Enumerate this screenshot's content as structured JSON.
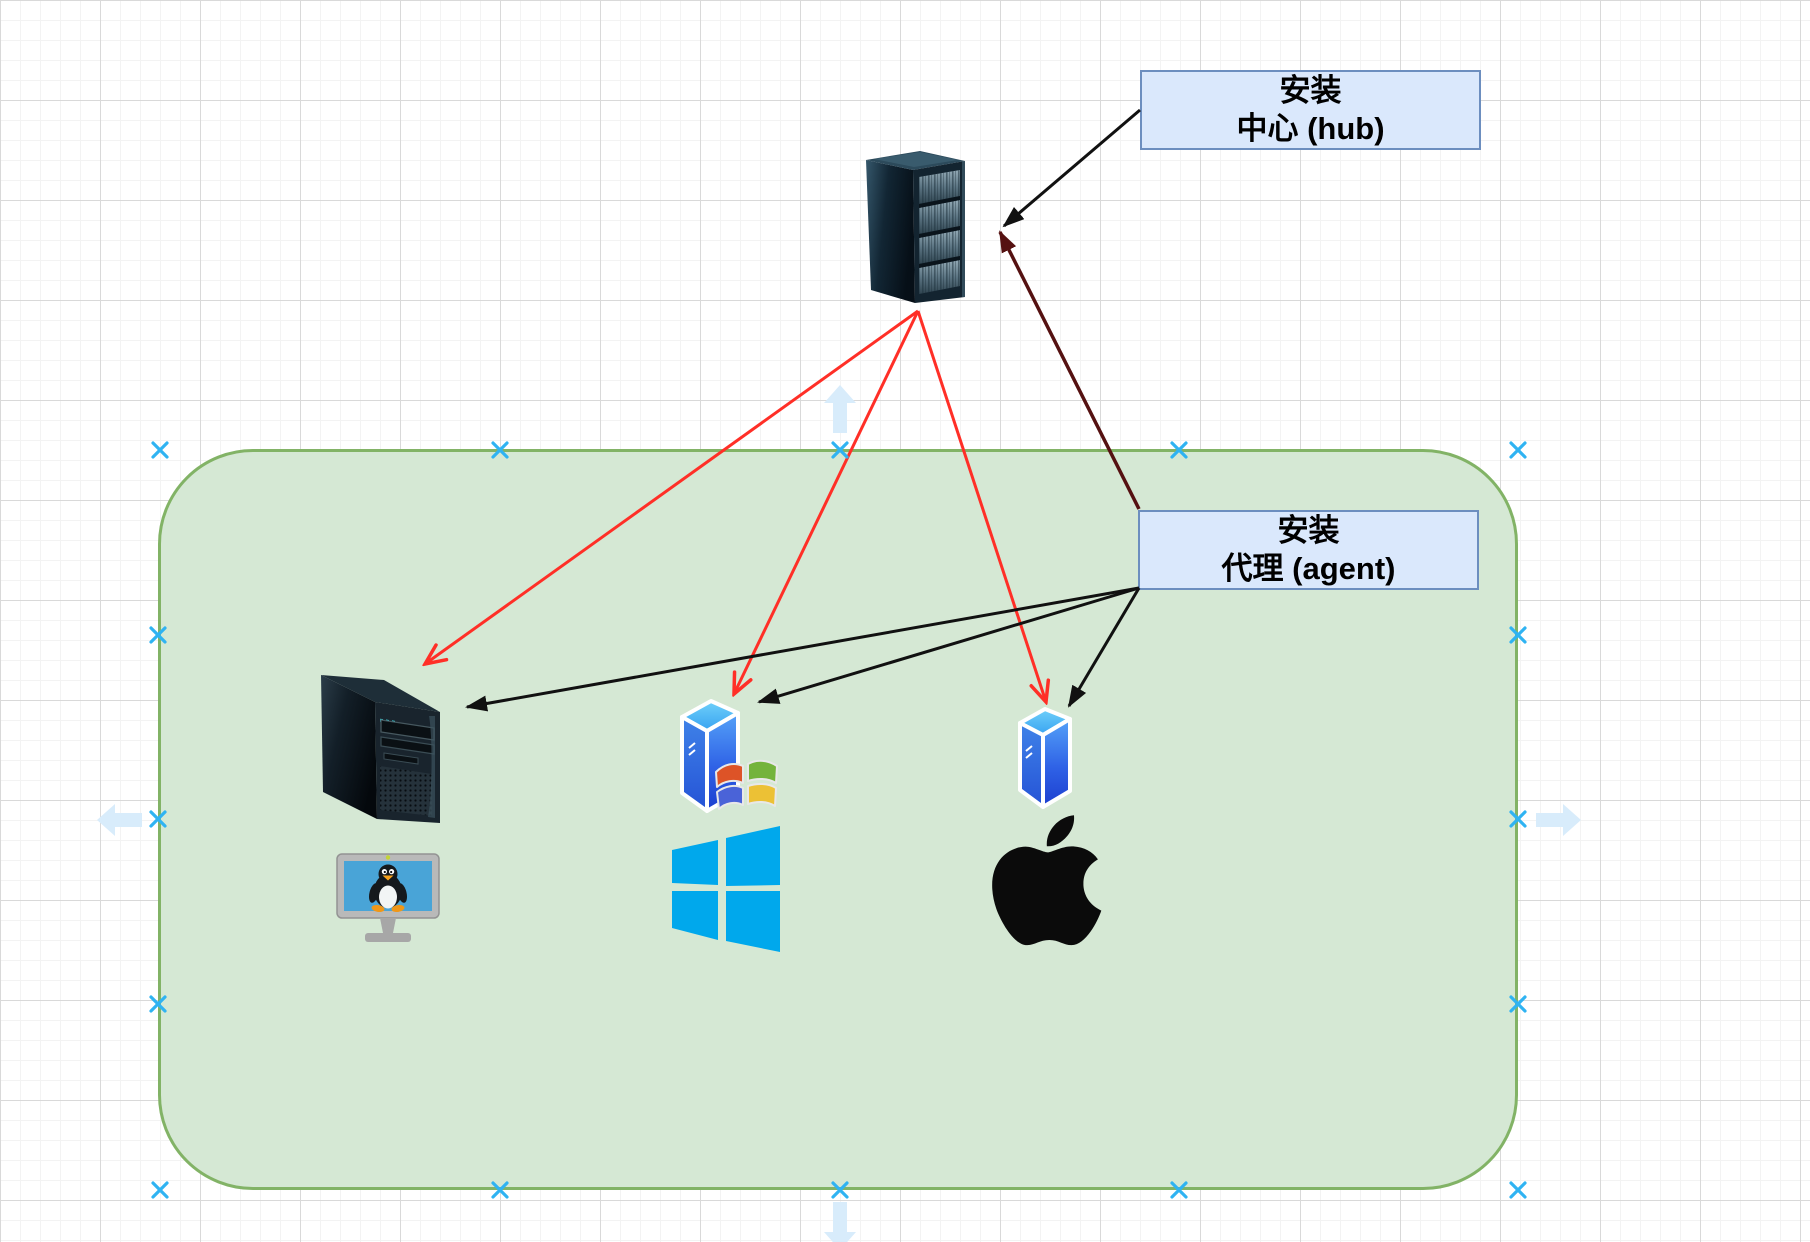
{
  "diagram": {
    "labels": {
      "hub": {
        "line1": "安装",
        "line2": "中心 (hub)"
      },
      "agent": {
        "line1": "安装",
        "line2": "代理 (agent)"
      }
    },
    "nodes": [
      {
        "id": "hub-server",
        "icon": "server-rack-icon"
      },
      {
        "id": "linux-machine",
        "icons": [
          "linux-tower-icon",
          "tux-monitor-icon"
        ]
      },
      {
        "id": "windows-machine",
        "icons": [
          "windows-server-icon",
          "windows-xp-logo-icon",
          "windows-flat-logo-icon"
        ]
      },
      {
        "id": "mac-machine",
        "icons": [
          "mac-server-icon",
          "apple-logo-icon"
        ]
      }
    ],
    "edges": [
      {
        "from": "install-hub-label",
        "to": "hub-server",
        "color": "black",
        "arrow": "solid"
      },
      {
        "from": "install-agent-label",
        "to": "hub-server",
        "color": "dark-red",
        "arrow": "solid"
      },
      {
        "from": "hub-server",
        "to": "linux-machine",
        "color": "red",
        "arrow": "open"
      },
      {
        "from": "hub-server",
        "to": "windows-machine",
        "color": "red",
        "arrow": "open"
      },
      {
        "from": "hub-server",
        "to": "mac-machine",
        "color": "red",
        "arrow": "open"
      },
      {
        "from": "install-agent-label",
        "to": "linux-machine",
        "color": "black",
        "arrow": "solid"
      },
      {
        "from": "install-agent-label",
        "to": "windows-machine",
        "color": "black",
        "arrow": "solid"
      },
      {
        "from": "install-agent-label",
        "to": "mac-machine",
        "color": "black",
        "arrow": "solid"
      }
    ],
    "colors": {
      "container_fill": "#d5e8d4",
      "container_border": "#82b366",
      "label_fill": "#dae8fc",
      "label_border": "#6c8ebf",
      "edge_red": "#ff2f27",
      "edge_black": "#111111",
      "edge_dark_red": "#551111",
      "connection_cross": "#2fb3f2",
      "direction_arrow": "#d8ecfb",
      "windows_flat_blue": "#00a8ec",
      "apple_black": "#0b0b0b"
    }
  }
}
